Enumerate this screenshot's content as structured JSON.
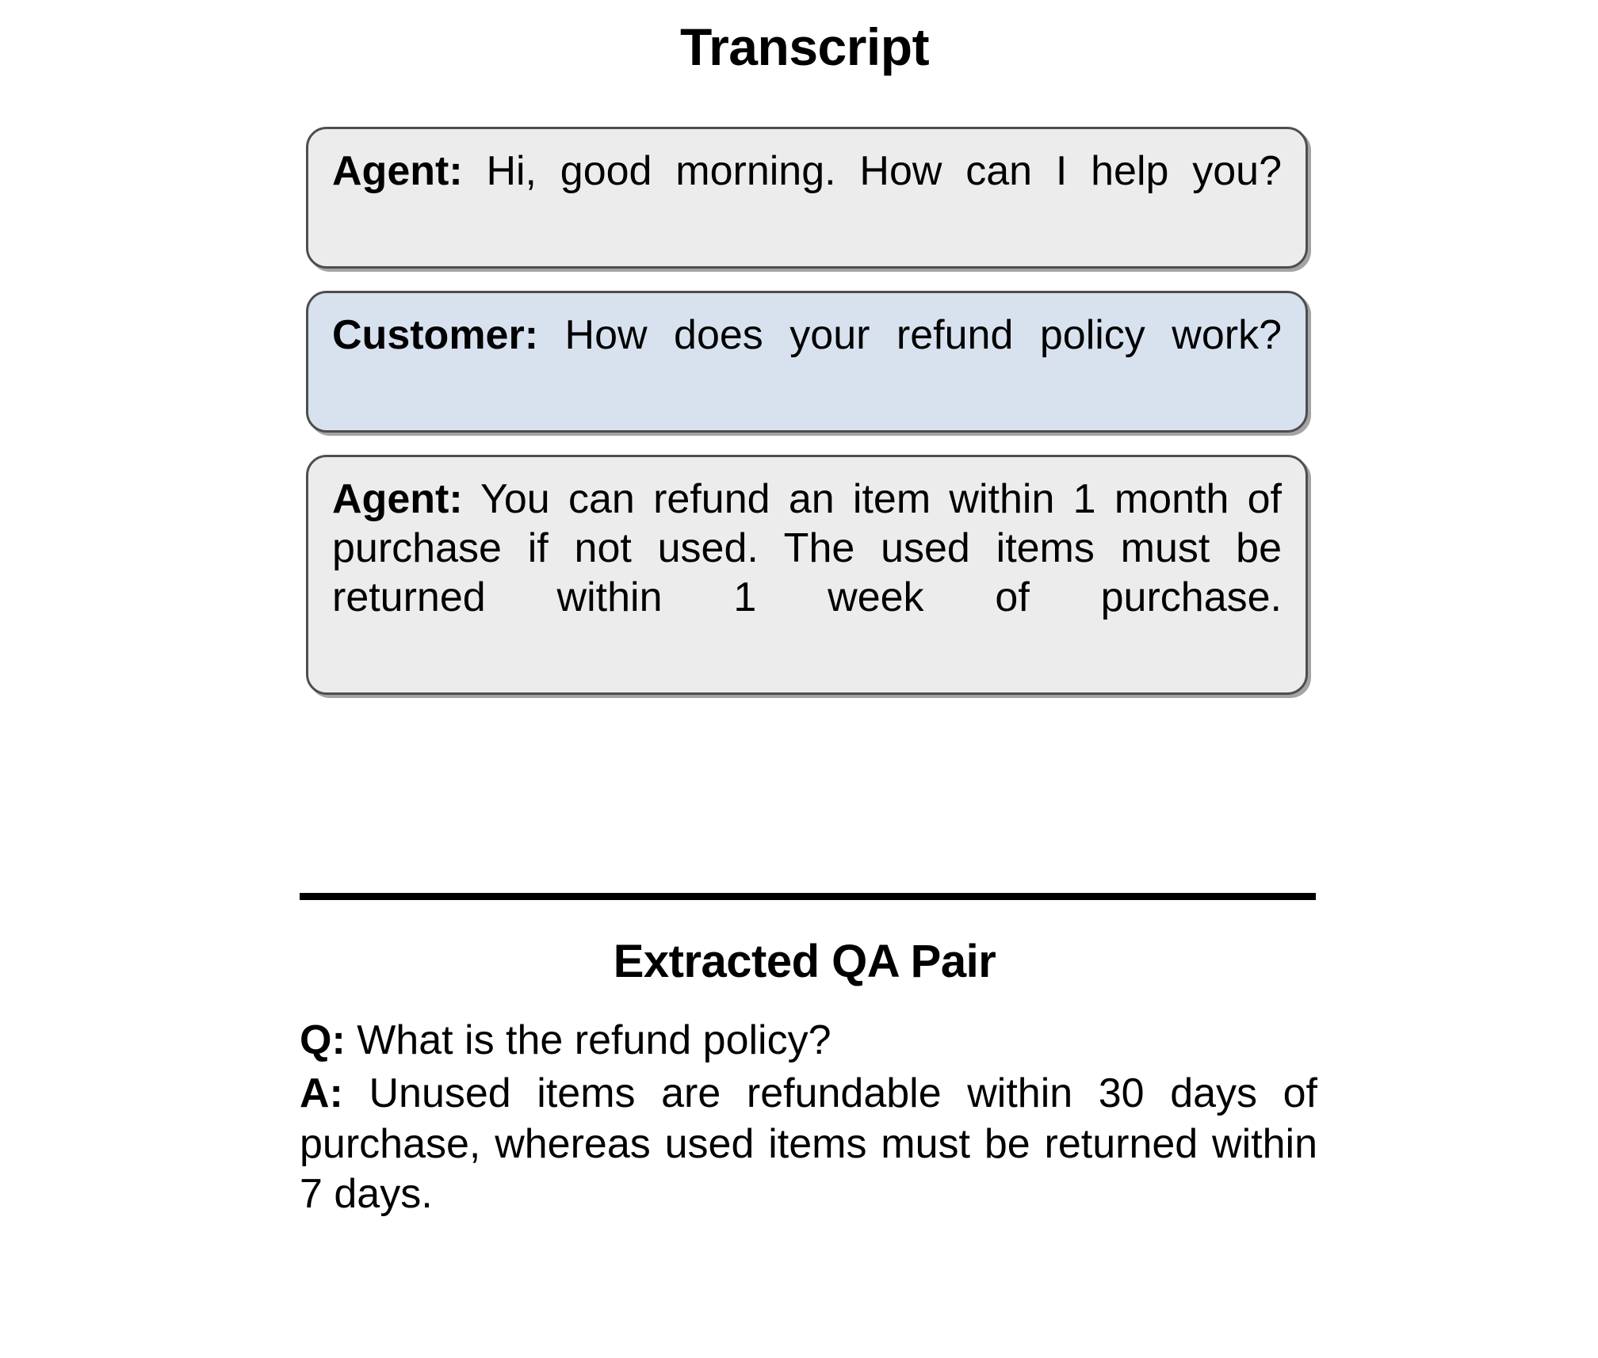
{
  "transcript": {
    "title": "Transcript",
    "messages": [
      {
        "speaker": "Agent:",
        "role": "agent",
        "text": " Hi, good morning. How can I help you?"
      },
      {
        "speaker": "Customer:",
        "role": "customer",
        "text": " How does your refund policy work?"
      },
      {
        "speaker": "Agent:",
        "role": "agent",
        "text": " You can refund an item within 1 month of purchase if not used. The used items must be returned within 1 week of purchase."
      }
    ]
  },
  "qa_section": {
    "title": "Extracted QA Pair",
    "question_label": "Q:",
    "question_text": " What is the refund policy?",
    "answer_label": "A:",
    "answer_text": " Unused items are refundable within 30 days of purchase, whereas used items must be returned within 7 days."
  },
  "colors": {
    "agent_bubble_bg": "#ececec",
    "customer_bubble_bg": "#d8e2ef",
    "bubble_border": "#4e4e4e",
    "divider": "#000000",
    "text": "#000000"
  }
}
